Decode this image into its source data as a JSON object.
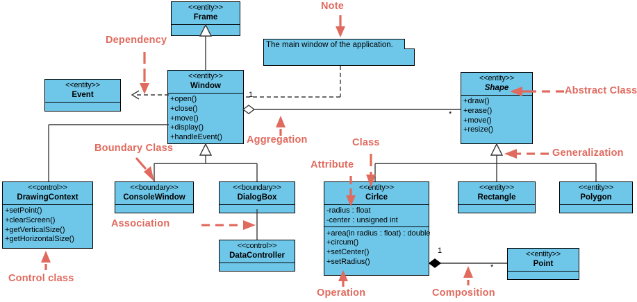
{
  "diagram": {
    "type": "uml-class-diagram",
    "colors": {
      "class_fill": "#6ec6e8",
      "class_border": "#000000",
      "annotation": "#e06a5e",
      "connector": "#3a3a3a",
      "background": "#ffffff"
    }
  },
  "classes": [
    {
      "id": "frame",
      "stereotype": "<<entity>>",
      "name": "Frame",
      "abstract": false,
      "attributes": [],
      "operations": []
    },
    {
      "id": "window",
      "stereotype": "<<entity>>",
      "name": "Window",
      "abstract": false,
      "attributes": [],
      "operations": [
        "+open()",
        "+close()",
        "+move()",
        "+display()",
        "+handleEvent()"
      ]
    },
    {
      "id": "event",
      "stereotype": "<<entity>>",
      "name": "Event",
      "abstract": false,
      "attributes": [],
      "operations": []
    },
    {
      "id": "shape",
      "stereotype": "<<entity>>",
      "name": "Shape",
      "abstract": true,
      "attributes": [],
      "operations": [
        "+draw()",
        "+erase()",
        "+move()",
        "+resize()"
      ]
    },
    {
      "id": "drawingcontext",
      "stereotype": "<<control>>",
      "name": "DrawingContext",
      "abstract": false,
      "attributes": [],
      "operations": [
        "+setPoint()",
        "+clearScreen()",
        "+getVerticalSize()",
        "+getHorizontalSize()"
      ]
    },
    {
      "id": "consolewindow",
      "stereotype": "<<boundary>>",
      "name": "ConsoleWindow",
      "abstract": false,
      "attributes": [],
      "operations": []
    },
    {
      "id": "dialogbox",
      "stereotype": "<<boundary>>",
      "name": "DialogBox",
      "abstract": false,
      "attributes": [],
      "operations": []
    },
    {
      "id": "datacontroller",
      "stereotype": "<<control>>",
      "name": "DataController",
      "abstract": false,
      "attributes": [],
      "operations": []
    },
    {
      "id": "circle",
      "stereotype": "<<entity>>",
      "name": "Cirlce",
      "abstract": false,
      "attributes": [
        "-radius : float",
        "-center : unsigned int"
      ],
      "operations": [
        "+area(in radius : float) : double",
        "+circum()",
        "+setCenter()",
        "+setRadius()"
      ]
    },
    {
      "id": "rectangle",
      "stereotype": "<<entity>>",
      "name": "Rectangle",
      "abstract": false,
      "attributes": [],
      "operations": []
    },
    {
      "id": "polygon",
      "stereotype": "<<entity>>",
      "name": "Polygon",
      "abstract": false,
      "attributes": [],
      "operations": []
    },
    {
      "id": "point",
      "stereotype": "<<entity>>",
      "name": "Point",
      "abstract": false,
      "attributes": [],
      "operations": []
    }
  ],
  "note": {
    "text": "The main window of the application.",
    "attached_to": "window"
  },
  "multiplicities": [
    {
      "id": "aggregation-window",
      "label": "1"
    },
    {
      "id": "aggregation-shape",
      "label": "*"
    },
    {
      "id": "composition-circle",
      "label": "1"
    },
    {
      "id": "composition-point",
      "label": "*"
    }
  ],
  "annotations": [
    {
      "id": "dependency",
      "label": "Dependency"
    },
    {
      "id": "note",
      "label": "Note"
    },
    {
      "id": "abstract-class",
      "label": "Abstract Class"
    },
    {
      "id": "aggregation",
      "label": "Aggregation"
    },
    {
      "id": "boundary-class",
      "label": "Boundary Class"
    },
    {
      "id": "class",
      "label": "Class"
    },
    {
      "id": "attribute",
      "label": "Attribute"
    },
    {
      "id": "generalization",
      "label": "Generalization"
    },
    {
      "id": "association",
      "label": "Association"
    },
    {
      "id": "control-class",
      "label": "Control class"
    },
    {
      "id": "operation",
      "label": "Operation"
    },
    {
      "id": "composition",
      "label": "Composition"
    }
  ]
}
